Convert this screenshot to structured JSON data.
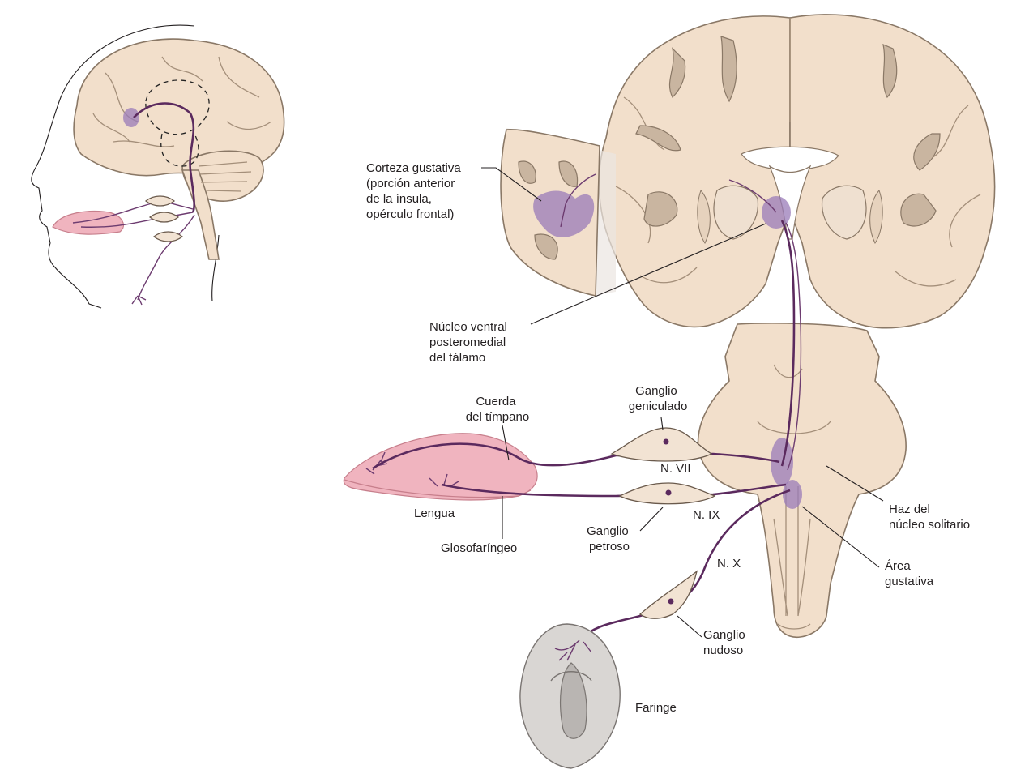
{
  "labels": {
    "gustatory_cortex": [
      "Corteza gustativa",
      "(porción anterior",
      "de la ínsula,",
      "opérculo frontal)"
    ],
    "vpm_nucleus": [
      "Núcleo ventral",
      "posteromedial",
      "del tálamo"
    ],
    "chorda_tympani": [
      "Cuerda",
      "del tímpano"
    ],
    "geniculate_ganglion": [
      "Ganglio",
      "geniculado"
    ],
    "nerve_vii": "N. VII",
    "nerve_ix": "N. IX",
    "nerve_x": "N. X",
    "tongue": "Lengua",
    "glossopharyngeal": "Glosofaríngeo",
    "petrosal_ganglion": [
      "Ganglio",
      "petroso"
    ],
    "solitary_tract": [
      "Haz del",
      "núcleo solitario"
    ],
    "gustatory_area": [
      "Área",
      "gustativa"
    ],
    "nodose_ganglion": [
      "Ganglio",
      "nudoso"
    ],
    "pharynx": "Faringe"
  },
  "colors": {
    "brain_tissue": "#f2dfcb",
    "nerve_pathway": "#5b2a5e",
    "taste_region": "#9a7bb8",
    "tongue": "#f0b4bf",
    "pharynx": "#d9d6d3"
  }
}
